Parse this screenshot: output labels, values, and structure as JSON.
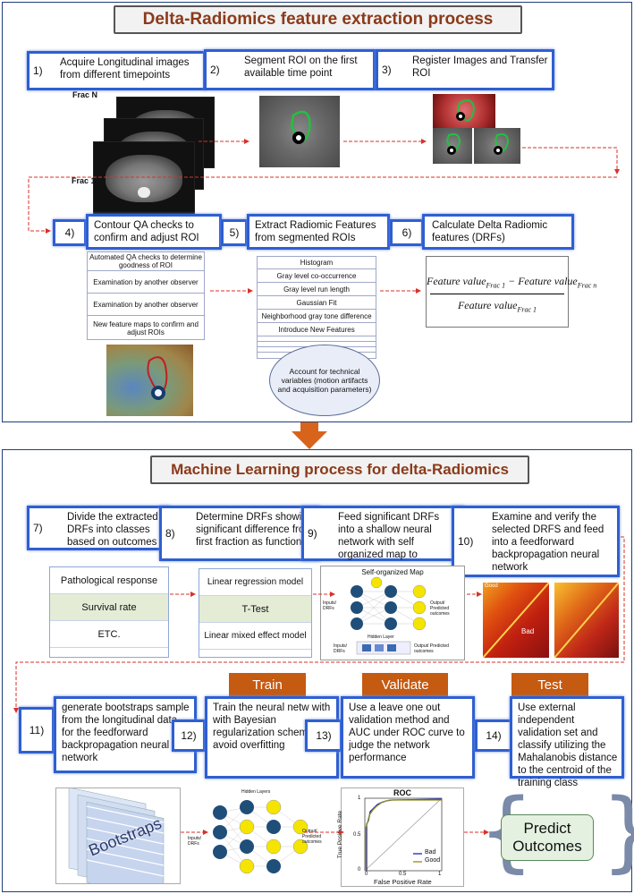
{
  "top": {
    "title": "Delta-Radiomics feature extraction process",
    "steps": [
      {
        "num": "1)",
        "text": "Acquire Longitudinal images from different timepoints"
      },
      {
        "num": "2)",
        "text": "Segment ROI on the  first available time point"
      },
      {
        "num": "3)",
        "text": "Register Images and Transfer ROI"
      },
      {
        "num": "4)",
        "text": "Contour QA checks to confirm and adjust ROI"
      },
      {
        "num": "5)",
        "text": "Extract Radiomic Features from segmented  ROIs"
      },
      {
        "num": "6)",
        "text": "Calculate Delta Radiomic features (DRFs)"
      }
    ],
    "frac_n": "Frac N",
    "frac_1": "Frac 1",
    "qa_items": [
      "Automated QA checks to determine goodness of ROI",
      "Examination by another observer",
      "Examination by another observer",
      "New feature maps to confirm and adjust ROIs"
    ],
    "feature_items": [
      "Histogram",
      "Gray level co-occurrence",
      "Gray level run length",
      "Gaussian Fit",
      "Neighborhood gray tone difference",
      "Introduce New Features"
    ],
    "formula": {
      "num_a": "Feature value",
      "sub_a": "Frac 1",
      "minus": " − ",
      "num_b": "Feature value",
      "sub_b": "Frac n",
      "den": "Feature value",
      "sub_den": "Frac 1"
    },
    "oval": "Account for technical variables (motion artifacts and acquisition parameters)"
  },
  "bottom": {
    "title": "Machine Learning process for delta-Radiomics",
    "steps": [
      {
        "num": "7)",
        "text": "Divide the extracted DRFs into classes based on outcomes"
      },
      {
        "num": "8)",
        "text": "Determine DRFs showing significant difference from first fraction  as function of"
      },
      {
        "num": "9)",
        "text": "Feed significant DRFs into a shallow neural network with self organized map  to"
      },
      {
        "num": "10)",
        "text": "Examine and verify the selected DRFS and feed into a feedforward backpropagation neural network"
      },
      {
        "num": "11)",
        "text": "generate bootstraps sample from  the longitudinal data for the feedforward backpropagation neural network"
      },
      {
        "num": "12)",
        "text": "Train the neural netw with   with Bayesian regularization  scheme to avoid overfitting"
      },
      {
        "num": "13)",
        "text": "Use a leave one out validation method and AUC under ROC curve to judge the network performance"
      },
      {
        "num": "14)",
        "text": "Use external independent validation set and classify utilizing the Mahalanobis distance  to the centroid of the training class"
      }
    ],
    "outcomes": [
      "Pathological response",
      "Survival rate",
      "ETC."
    ],
    "models": [
      "Linear regression model",
      "T-Test",
      "Linear mixed effect model"
    ],
    "som": {
      "title": "Self-organized Map",
      "inputs": "Inputs/ DRFs",
      "outputs": "Output/ Predicted outcomes",
      "hidden": "Hidden Layer",
      "inputs2": "Inputs/ DRFs",
      "outputs2": "Output/ Predicted outcomes"
    },
    "heat": {
      "good": "Good",
      "bad": "Bad"
    },
    "tags": {
      "train": "Train",
      "validate": "Validate",
      "test": "Test"
    },
    "bootstraps": "Bootstraps",
    "nn": {
      "hidden": "Hidden Layers",
      "inputs": "Inputs/ DRFs",
      "outputs": "Output/ Predicted outcomes"
    },
    "roc": {
      "title": "ROC",
      "ylabel": "True Positive Rate",
      "xlabel": "False Positive Rate",
      "xticks": [
        "0",
        "0.5",
        "1"
      ],
      "yticks": [
        "0",
        "0.5",
        "1"
      ],
      "legend": [
        "Bad",
        "Good"
      ]
    },
    "predict": "Predict Outcomes"
  },
  "colors": {
    "step_border": "#2f5fd0",
    "tag": "#c55a11",
    "title_text": "#8b3a1a",
    "arrow": "#d9312a",
    "node_blue": "#1f4e79",
    "node_yellow": "#f5e400"
  }
}
